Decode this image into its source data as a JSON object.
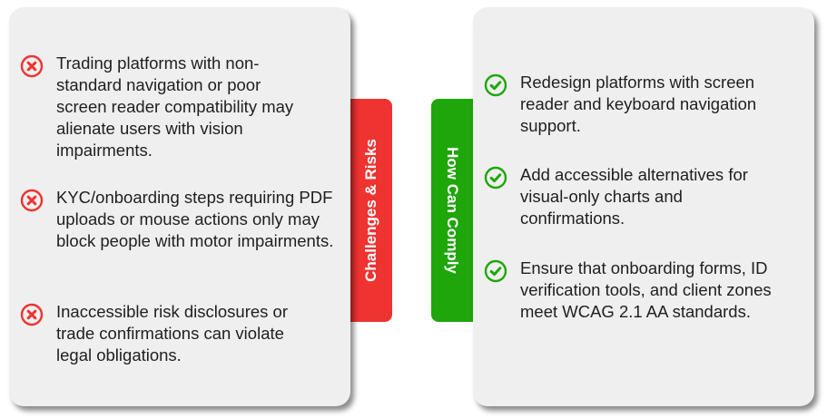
{
  "colors": {
    "risk_red": "#ee3331",
    "comply_green": "#1fa60a",
    "card_bg": "#efefef"
  },
  "left_panel": {
    "tab_label": "Challenges & Risks",
    "icon": "x-circle-icon",
    "items": [
      {
        "text": "Trading platforms with non-standard navigation or poor screen reader compatibility may alienate users with vision impairments."
      },
      {
        "text": "KYC/onboarding steps requiring PDF uploads or mouse actions only may block people with motor impairments."
      },
      {
        "text": "Inaccessible risk disclosures or trade confirmations can violate legal obligations."
      }
    ]
  },
  "right_panel": {
    "tab_label": "How Can Comply",
    "icon": "check-circle-icon",
    "items": [
      {
        "text": "Redesign platforms with screen reader and keyboard navigation support."
      },
      {
        "text": "Add accessible alternatives for visual-only charts and confirmations."
      },
      {
        "text": "Ensure that onboarding forms, ID verification tools, and client zones meet WCAG 2.1 AA standards."
      }
    ]
  }
}
